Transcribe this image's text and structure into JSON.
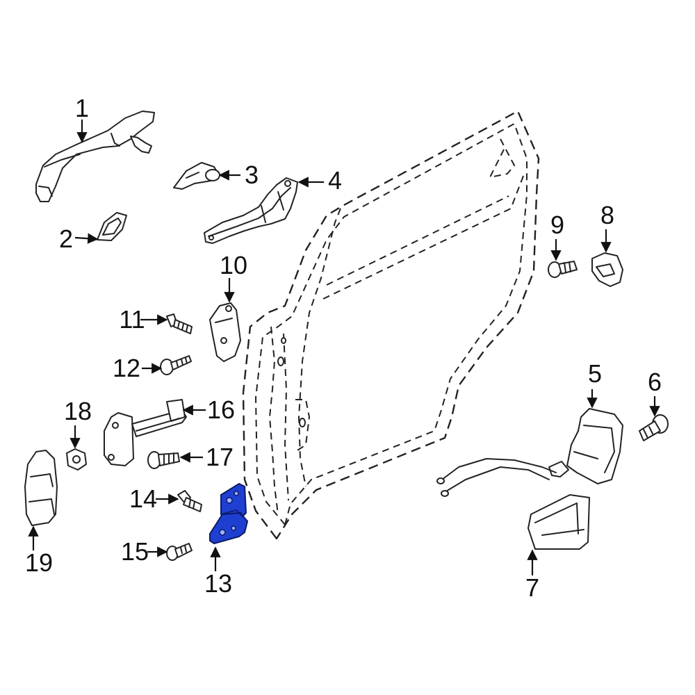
{
  "callouts": {
    "c1": "1",
    "c2": "2",
    "c3": "3",
    "c4": "4",
    "c5": "5",
    "c6": "6",
    "c7": "7",
    "c8": "8",
    "c9": "9",
    "c10": "10",
    "c11": "11",
    "c12": "12",
    "c13": "13",
    "c14": "14",
    "c15": "15",
    "c16": "16",
    "c17": "17",
    "c18": "18",
    "c19": "19"
  },
  "highlight": {
    "part": "13",
    "color": "#1f3fd1"
  }
}
